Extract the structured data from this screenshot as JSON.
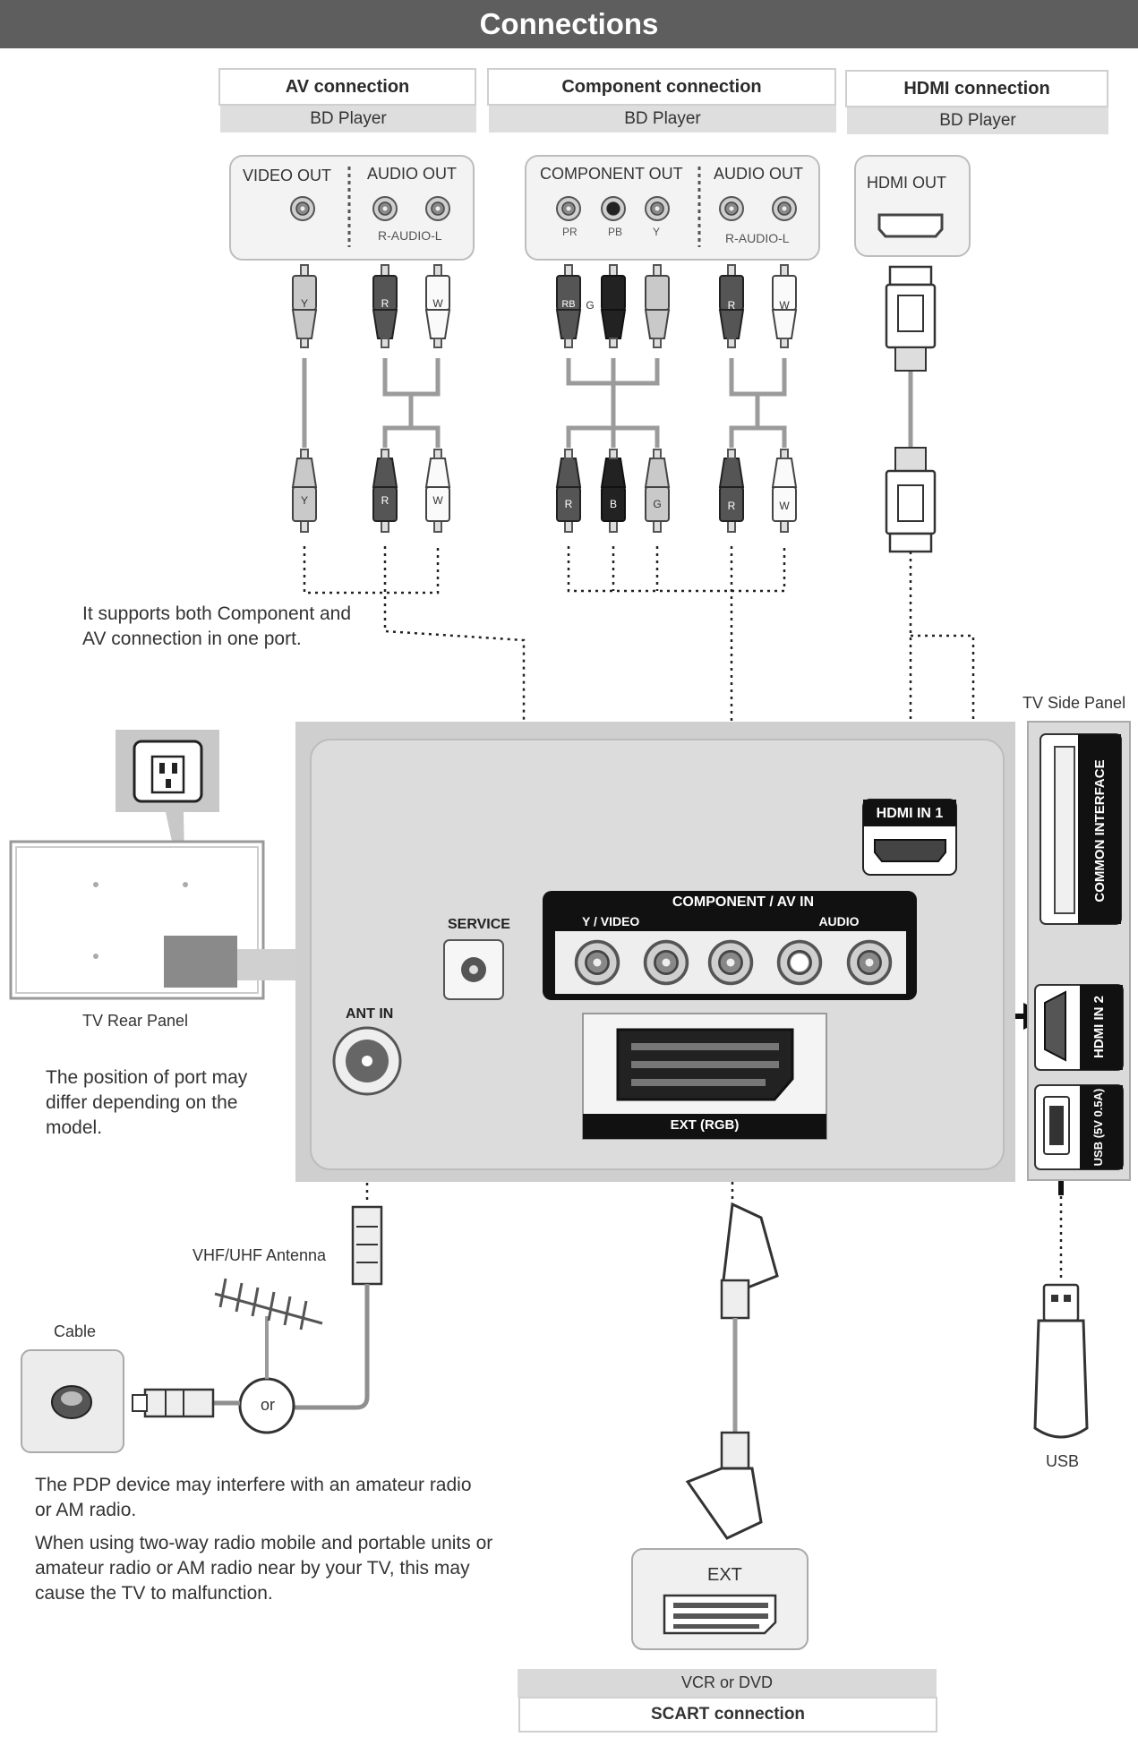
{
  "title": "Connections",
  "headers": {
    "av": {
      "label": "AV connection",
      "sub": "BD Player"
    },
    "component": {
      "label": "Component connection",
      "sub": "BD Player"
    },
    "hdmi": {
      "label": "HDMI connection",
      "sub": "BD Player"
    }
  },
  "player_ports": {
    "video_out": "VIDEO OUT",
    "audio_out": "AUDIO OUT",
    "r_audio_l": "R-AUDIO-L",
    "component_out": "COMPONENT OUT",
    "pr": "PR",
    "pb": "PB",
    "y": "Y",
    "hdmi_out": "HDMI OUT"
  },
  "plugs": {
    "y": "Y",
    "r": "R",
    "w": "W",
    "rb": "RB",
    "g": "G",
    "b": "B"
  },
  "notes": {
    "component_av": "It supports both Component and AV connection in one port.",
    "port_position": "The position of port may differ depending on the model.",
    "pdp": "The PDP device may interfere with an amateur radio or AM radio.",
    "two_way": "When using two-way radio mobile and portable units or amateur radio or AM radio near by your TV, this may cause the TV to malfunction."
  },
  "tv": {
    "rear_panel": "TV Rear Panel",
    "side_panel": "TV Side Panel",
    "service": "SERVICE",
    "ant_in": "ANT IN",
    "hdmi_in_1": "HDMI IN 1",
    "hdmi_in_2": "HDMI IN 2",
    "component_av_in": "COMPONENT / AV IN",
    "y_video": "Y / VIDEO",
    "audio": "AUDIO",
    "ext_rgb": "EXT (RGB)",
    "common_interface": "COMMON INTERFACE",
    "usb_port": "USB (5V 0.5A)"
  },
  "external": {
    "antenna": "VHF/UHF Antenna",
    "cable": "Cable",
    "or": "or",
    "usb": "USB",
    "ext": "EXT",
    "vcr_dvd": "VCR or DVD",
    "scart": "SCART connection"
  }
}
